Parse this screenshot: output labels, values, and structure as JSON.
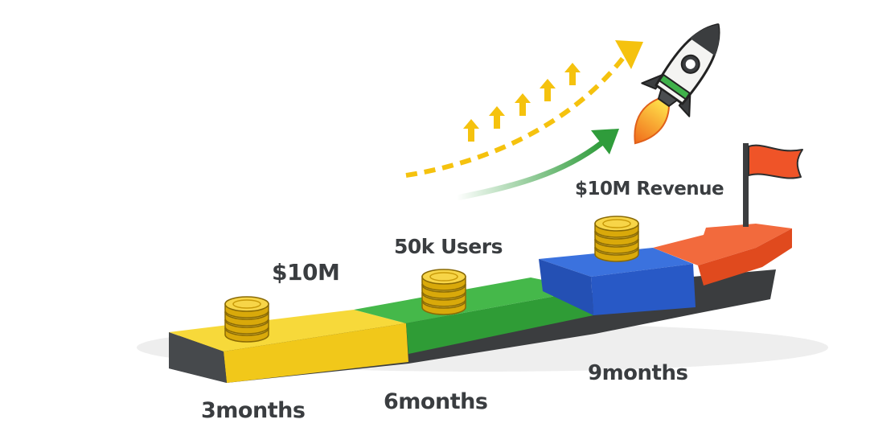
{
  "milestones": [
    {
      "label": "$10M",
      "time": "3months",
      "color": "#f4cf1e"
    },
    {
      "label": "50k Users",
      "time": "6months",
      "color": "#35a83a"
    },
    {
      "label": "$10M Revenue",
      "time": "9months",
      "color": "#2a60d0"
    }
  ],
  "colors": {
    "yellow": "#f4cf1e",
    "green": "#35a83a",
    "blue": "#2a60d0",
    "red": "#ef5428",
    "dark": "#3b3d3f",
    "coin": "#f2c513",
    "arrow_yellow": "#f5c20e",
    "arrow_green": "#2f9c3b"
  },
  "icons": [
    "coin-stack-icon",
    "rocket-icon",
    "flag-icon",
    "upward-arrow-icon",
    "growth-arrow-icon"
  ]
}
